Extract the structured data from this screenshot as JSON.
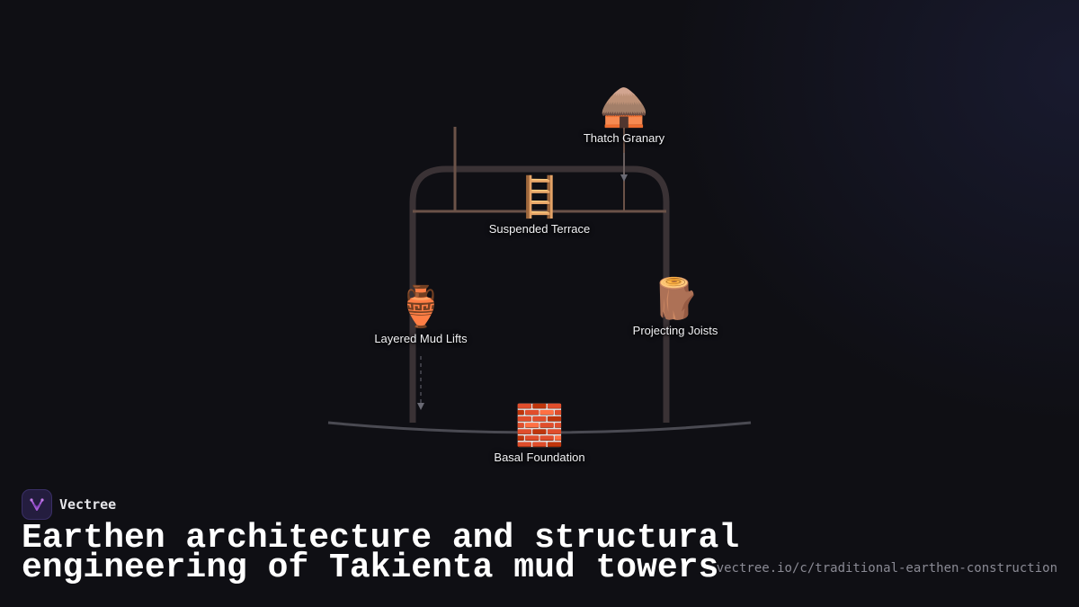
{
  "diagram": {
    "nodes": [
      {
        "id": "thatch-granary",
        "emoji": "🛖",
        "label": "Thatch Granary"
      },
      {
        "id": "suspended-terrace",
        "emoji": "🪜",
        "label": "Suspended Terrace"
      },
      {
        "id": "layered-mud-lifts",
        "emoji": "🏺",
        "label": "Layered Mud Lifts"
      },
      {
        "id": "projecting-joists",
        "emoji": "🪵",
        "label": "Projecting Joists"
      },
      {
        "id": "basal-foundation",
        "emoji": "🧱",
        "label": "Basal Foundation"
      }
    ],
    "colors": {
      "wall": "#3a3235",
      "timber": "#6b5248",
      "ground": "#4a4a52",
      "arrow": "#6a6a74"
    }
  },
  "brand": {
    "name": "Vectree",
    "logo_icon": "vectree-logo-icon",
    "logo_color": "#a65bd6"
  },
  "title": "Earthen architecture and structural engineering of Takienta mud towers",
  "url": "vectree.io/c/traditional-earthen-construction"
}
